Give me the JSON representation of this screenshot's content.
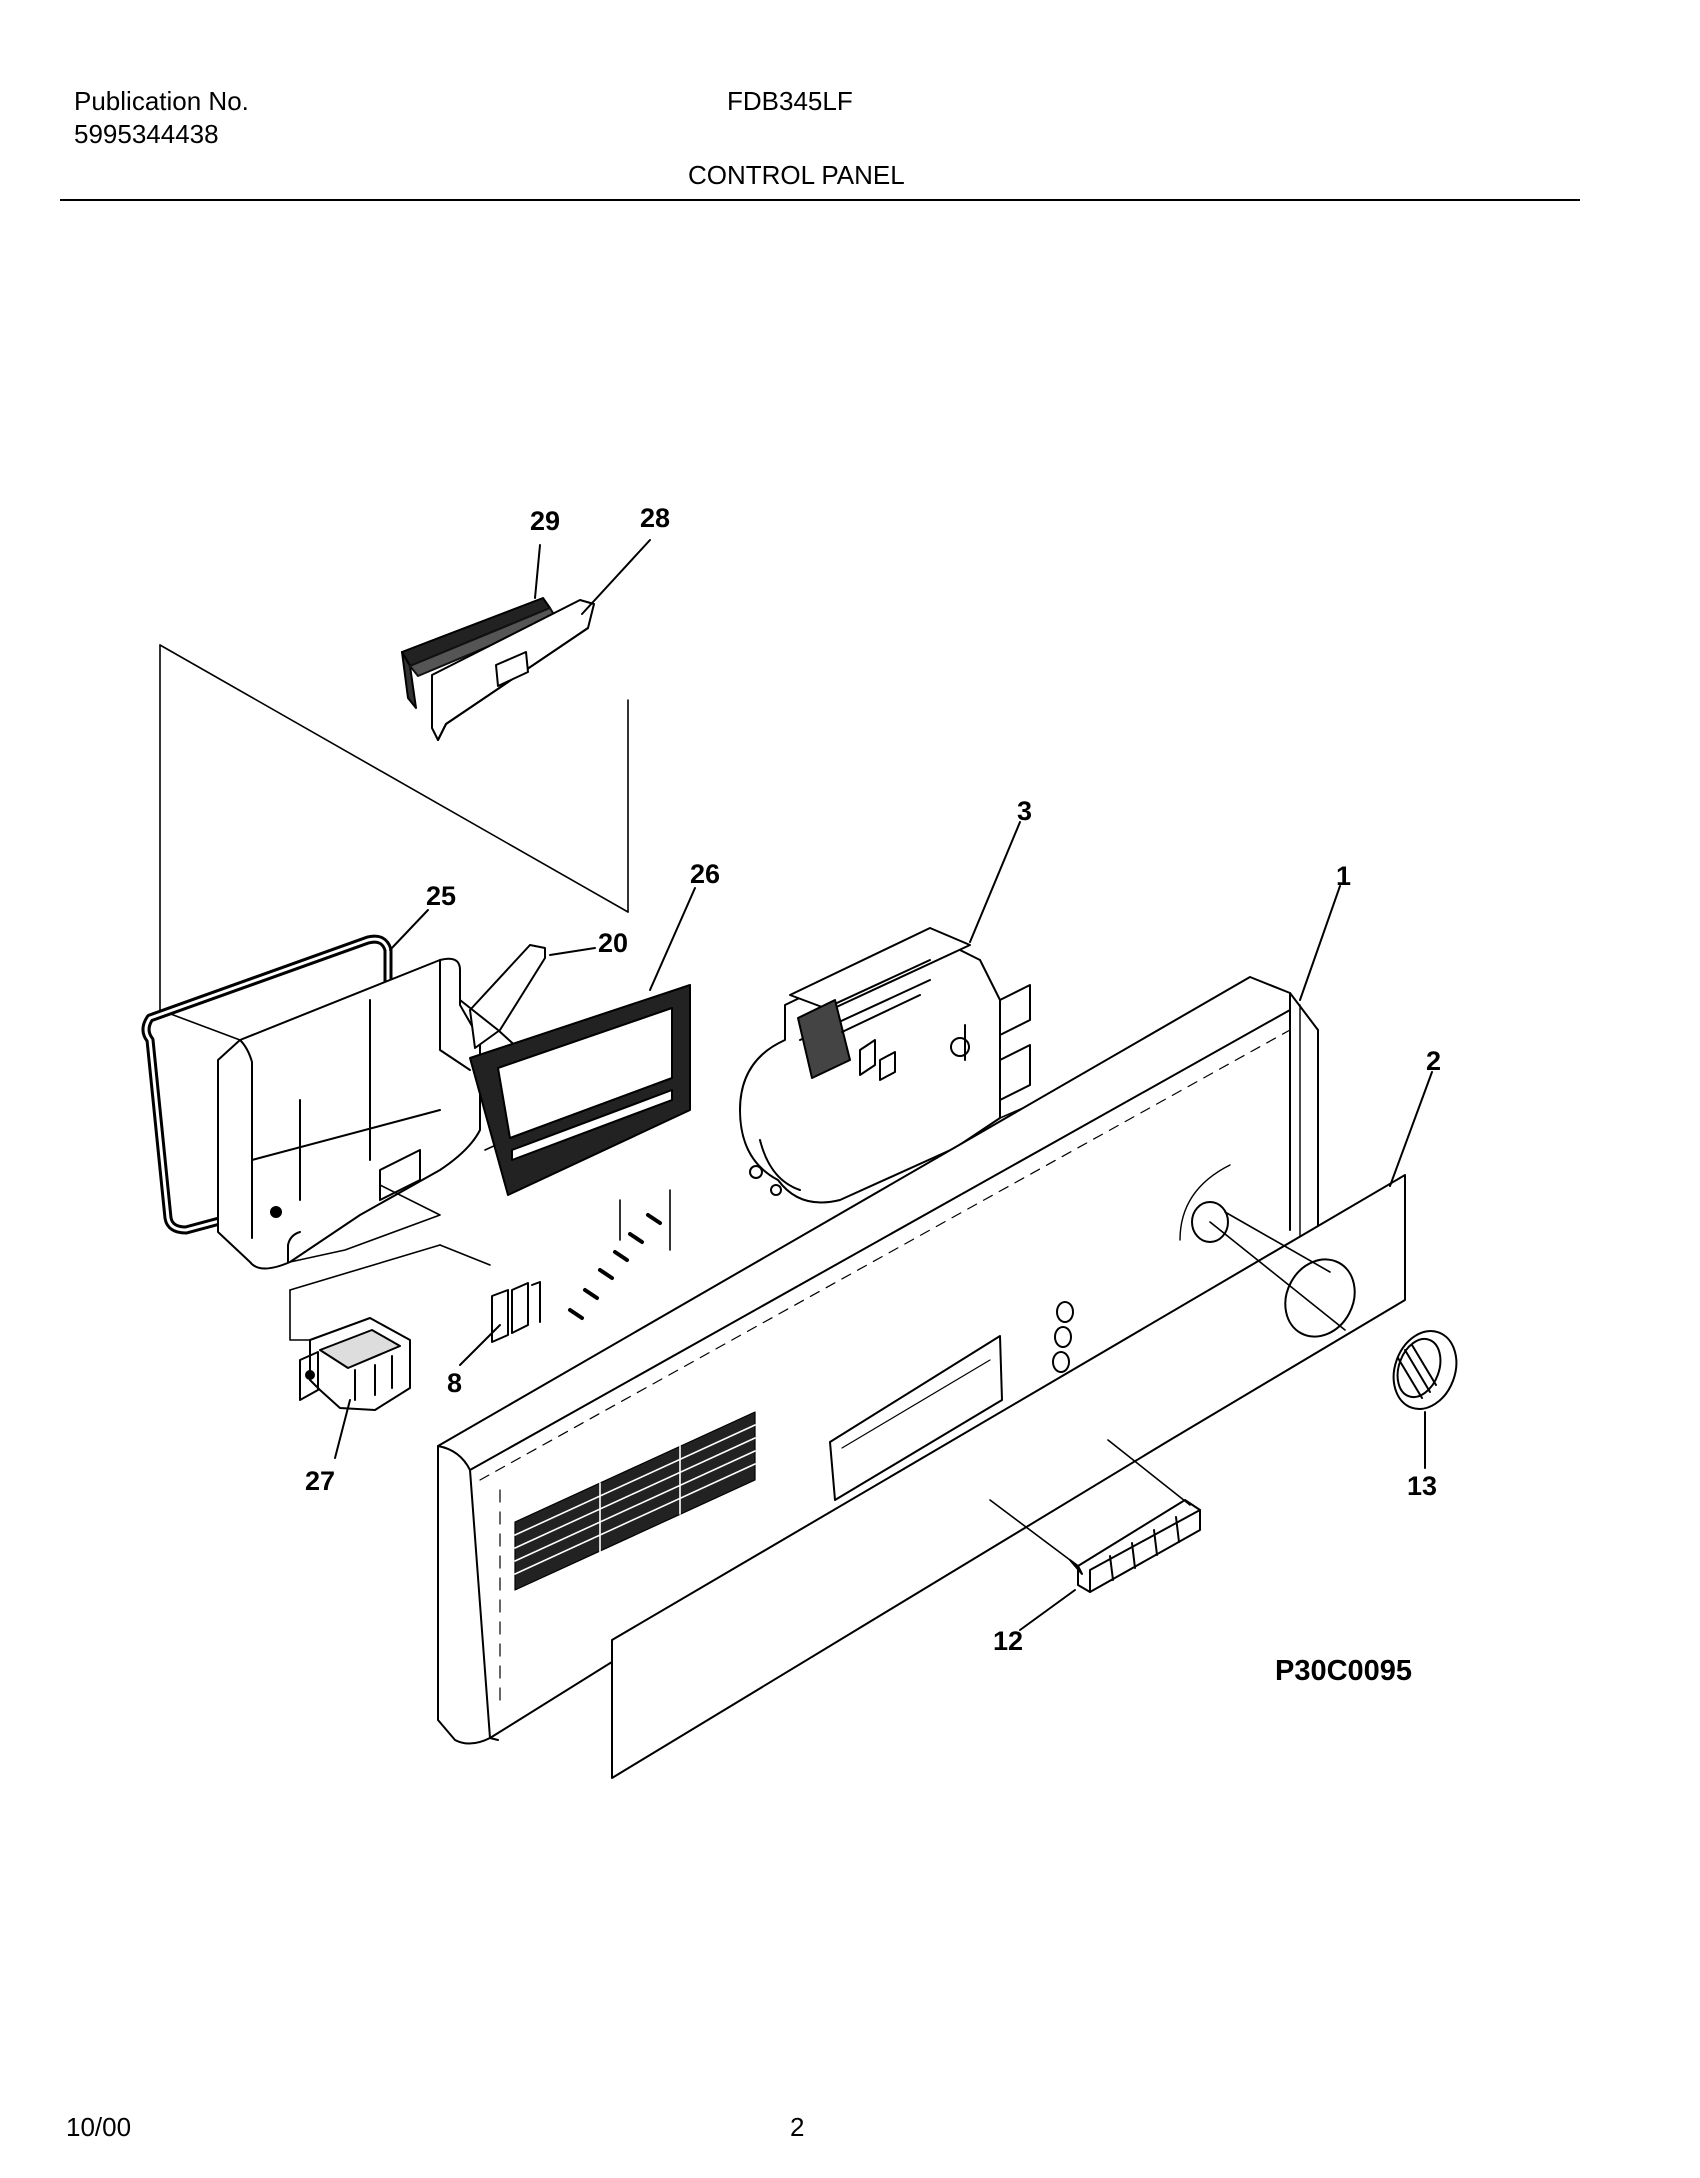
{
  "header": {
    "publication_label": "Publication No.",
    "publication_number": "5995344438",
    "model": "FDB345LF",
    "section_title": "CONTROL PANEL"
  },
  "diagram": {
    "drawing_code": "P30C0095",
    "callouts": [
      {
        "id": "29",
        "part": "label-29"
      },
      {
        "id": "28",
        "part": "label-28"
      },
      {
        "id": "3",
        "part": "label-3"
      },
      {
        "id": "26",
        "part": "label-26"
      },
      {
        "id": "25",
        "part": "label-25"
      },
      {
        "id": "20",
        "part": "label-20"
      },
      {
        "id": "1",
        "part": "label-1"
      },
      {
        "id": "2",
        "part": "label-2"
      },
      {
        "id": "8",
        "part": "label-8"
      },
      {
        "id": "27",
        "part": "label-27"
      },
      {
        "id": "13",
        "part": "label-13"
      },
      {
        "id": "12",
        "part": "label-12"
      }
    ]
  },
  "footer": {
    "date": "10/00",
    "page": "2"
  }
}
